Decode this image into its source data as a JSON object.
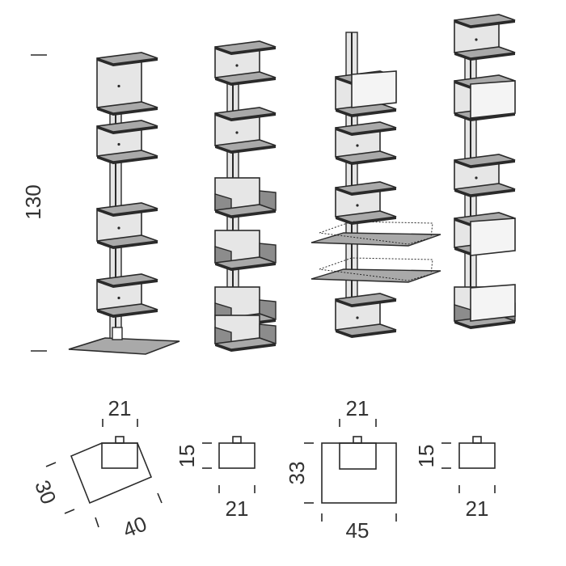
{
  "dimensions": {
    "height": "130",
    "base_depth": "30",
    "base_width": "40",
    "base_module_width": "21",
    "module_a_height": "15",
    "module_a_width": "21",
    "tray_top_width": "21",
    "tray_depth": "33",
    "tray_width": "45",
    "module_b_height": "15",
    "module_b_width": "21"
  },
  "colors": {
    "face": "#e6e6e6",
    "shelf": "#a9a9a9",
    "dark": "#8c8c8c",
    "line": "#2a2a2a"
  }
}
